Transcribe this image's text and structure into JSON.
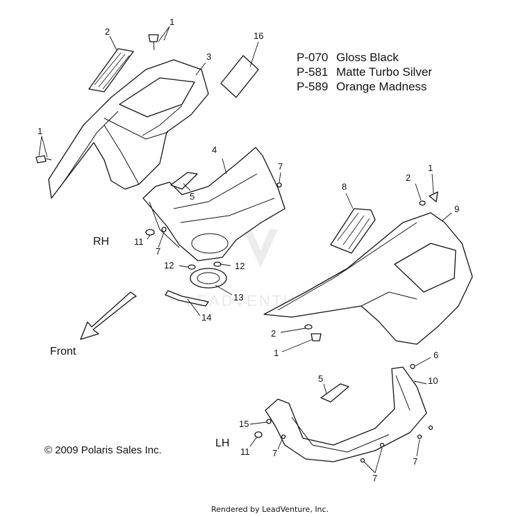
{
  "legend": [
    {
      "code": "P-070",
      "name": "Gloss Black"
    },
    {
      "code": "P-581",
      "name": "Matte Turbo Silver"
    },
    {
      "code": "P-589",
      "name": "Orange Madness"
    }
  ],
  "sides": {
    "right": "RH",
    "left": "LH"
  },
  "direction_label": "Front",
  "copyright": "© 2009 Polaris Sales Inc.",
  "footer": "Rendered by LeadVenture, Inc.",
  "watermark": "LEADVENTURE",
  "callouts": {
    "c1a": "1",
    "c1b": "1",
    "c1c": "1",
    "c1d": "1",
    "c2a": "2",
    "c2b": "2",
    "c2c": "2",
    "c3": "3",
    "c4": "4",
    "c5a": "5",
    "c5b": "5",
    "c6": "6",
    "c7a": "7",
    "c7b": "7",
    "c7c": "7",
    "c7d": "7",
    "c7e": "7",
    "c8": "8",
    "c9": "9",
    "c10": "10",
    "c11a": "11",
    "c11b": "11",
    "c12a": "12",
    "c12b": "12",
    "c13": "13",
    "c14": "14",
    "c15": "15",
    "c16": "16"
  }
}
